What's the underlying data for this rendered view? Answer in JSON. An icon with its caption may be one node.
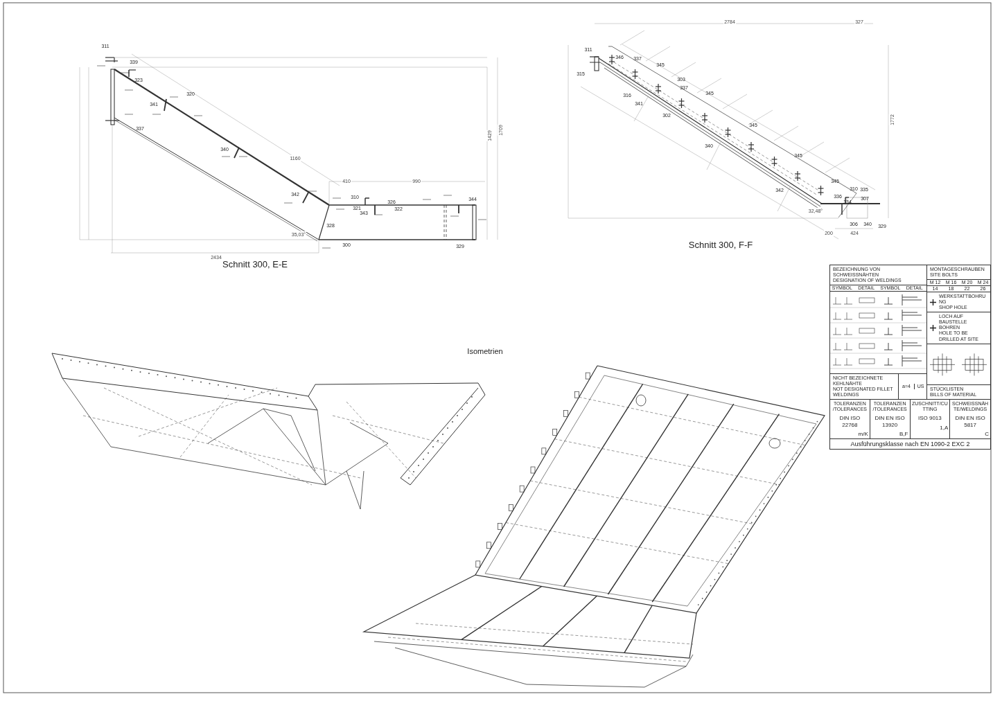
{
  "diagram": {
    "labels": [
      "Schnitt 300, E-E",
      "311",
      "339",
      "323",
      "320",
      "341",
      "337",
      "340",
      "342",
      "310",
      "321",
      "326",
      "322",
      "343",
      "344",
      "328",
      "300",
      "329",
      "2434",
      "1429",
      "1709",
      "410",
      "990",
      "1160",
      "35,03°",
      "Schnitt 300, F-F",
      "311",
      "315",
      "346",
      "337",
      "345",
      "303",
      "337",
      "316",
      "341",
      "302",
      "345",
      "345",
      "340",
      "345",
      "345",
      "342",
      "336",
      "310",
      "335",
      "307",
      "334",
      "306",
      "340",
      "329",
      "2784",
      "327",
      "1772",
      "32,48°",
      "200",
      "424",
      "Isometrien",
      "BEZEICHNUNG VON SCHWEISSNÄHTEN",
      "DESIGNATION OF WELDINGS",
      "SYMBOL",
      "DETAIL",
      "SYMBOL",
      "DETAIL",
      "MONTAGESCHRAUBEN",
      "SITE BOLTS",
      "M 12",
      "M 16",
      "M 20",
      "M 24",
      "14",
      "18",
      "22",
      "26",
      "WERKSTATTBOHRUNG",
      "SHOP HOLE",
      "LOCH AUF BAUSTELLE BOHREN",
      "HOLE TO BE DRILLED AT SITE",
      "STÜCKLISTEN",
      "BILLS OF MATERIAL",
      "NICHT BEZEICHNETE KEHLNÄHTE",
      "NOT DESIGNATED FILLET WELDINGS",
      "a=4",
      "US",
      "TOLERANZEN /TOLERANCES",
      "TOLERANZEN /TOLERANCES",
      "ZUSCHNITT/CUTTING",
      "SCHWEISSNÄHTE/WELDINGS",
      "DIN ISO 22768",
      "DIN EN ISO 13920",
      "ISO 9013",
      "DIN EN ISO 5817",
      "m/K",
      "B,F",
      "1,A",
      "C",
      "Ausführungsklasse nach EN 1090-2 EXC 2"
    ]
  }
}
